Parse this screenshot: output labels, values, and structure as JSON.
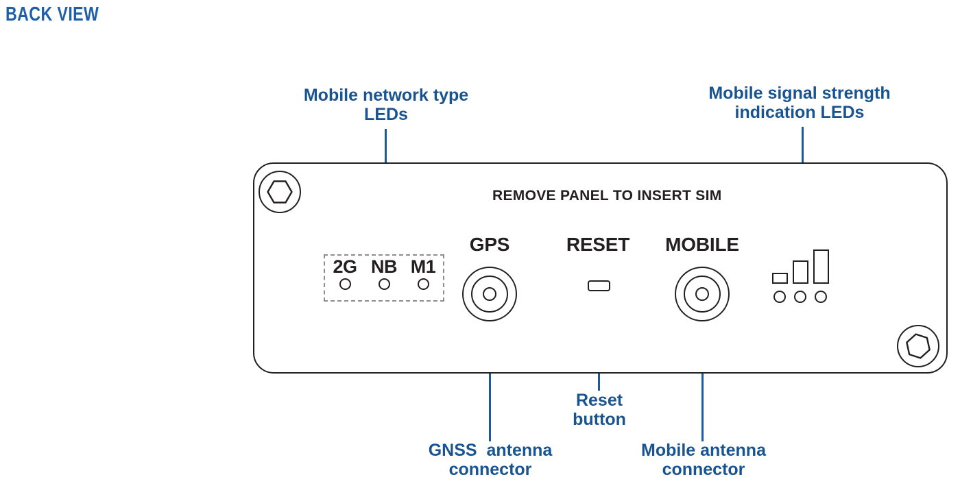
{
  "title": "BACK VIEW",
  "colors": {
    "title_blue": "#1f5fa9",
    "label_blue": "#1a5490",
    "leader_blue": "#1d5a96",
    "outline_black": "#231f20",
    "dashed_gray": "#8d8d8d",
    "background": "#ffffff"
  },
  "callouts": {
    "network_leds": "Mobile network type\nLEDs",
    "signal_leds": "Mobile signal strength\nindication LEDs",
    "reset_button": "Reset\nbutton",
    "gnss_connector": "GNSS  antenna\nconnector",
    "mobile_connector": "Mobile antenna\nconnector"
  },
  "panel": {
    "sim_instruction": "REMOVE PANEL TO INSERT SIM",
    "network_leds": [
      {
        "label": "2G"
      },
      {
        "label": "NB"
      },
      {
        "label": "M1"
      }
    ],
    "ports": {
      "gps_heading": "GPS",
      "reset_heading": "RESET",
      "mobile_heading": "MOBILE"
    },
    "signal_bars": [
      {
        "level": 1
      },
      {
        "level": 2
      },
      {
        "level": 3
      }
    ],
    "screws": [
      {
        "position": "top-left"
      },
      {
        "position": "bottom-right"
      }
    ]
  }
}
